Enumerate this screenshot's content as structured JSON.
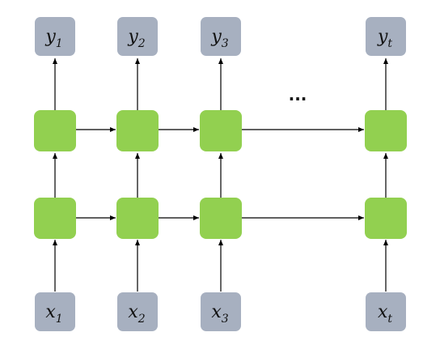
{
  "inputs": [
    {
      "main": "x",
      "sub": "1"
    },
    {
      "main": "x",
      "sub": "2"
    },
    {
      "main": "x",
      "sub": "3"
    },
    {
      "main": "x",
      "sub": "t"
    }
  ],
  "outputs": [
    {
      "main": "y",
      "sub": "1"
    },
    {
      "main": "y",
      "sub": "2"
    },
    {
      "main": "y",
      "sub": "3"
    },
    {
      "main": "y",
      "sub": "t"
    }
  ],
  "ellipsis": "...",
  "colors": {
    "io_box": "#a7b0c0",
    "cell": "#92d050",
    "arrow": "#000000"
  }
}
